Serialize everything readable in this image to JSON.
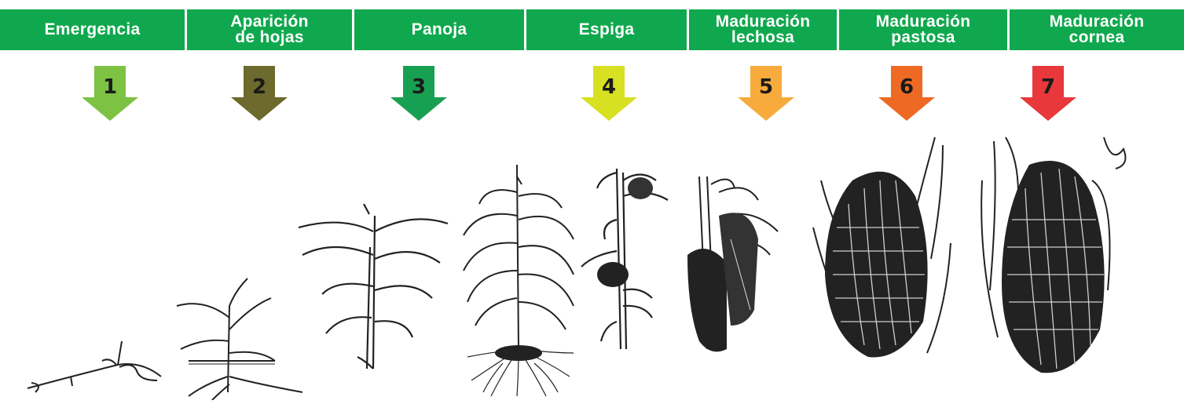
{
  "stages": [
    {
      "label": "Emergencia",
      "number": "1",
      "arrow_color": "#7dc243"
    },
    {
      "label": "Aparición\nde hojas",
      "number": "2",
      "arrow_color": "#6c6a2c"
    },
    {
      "label": "Panoja",
      "number": "3",
      "arrow_color": "#17a052"
    },
    {
      "label": "Espiga",
      "number": "4",
      "arrow_color": "#d7e021"
    },
    {
      "label": "Maduración\nlechosa",
      "number": "5",
      "arrow_color": "#f7ab3c"
    },
    {
      "label": "Maduración\npastosa",
      "number": "6",
      "arrow_color": "#ee6a24"
    },
    {
      "label": "Maduración\ncornea",
      "number": "7",
      "arrow_color": "#e8383b"
    }
  ],
  "header_color": "#10a84e",
  "plant_illustrations": [
    "seedling-sketch",
    "young-leaf-plant-sketch",
    "tasseling-plant-sketch",
    "full-plant-with-roots-sketch",
    "silking-stalk-sketch",
    "milk-stage-ear-sketch",
    "dough-stage-ear-sketch",
    "dent-stage-ear-sketch"
  ]
}
